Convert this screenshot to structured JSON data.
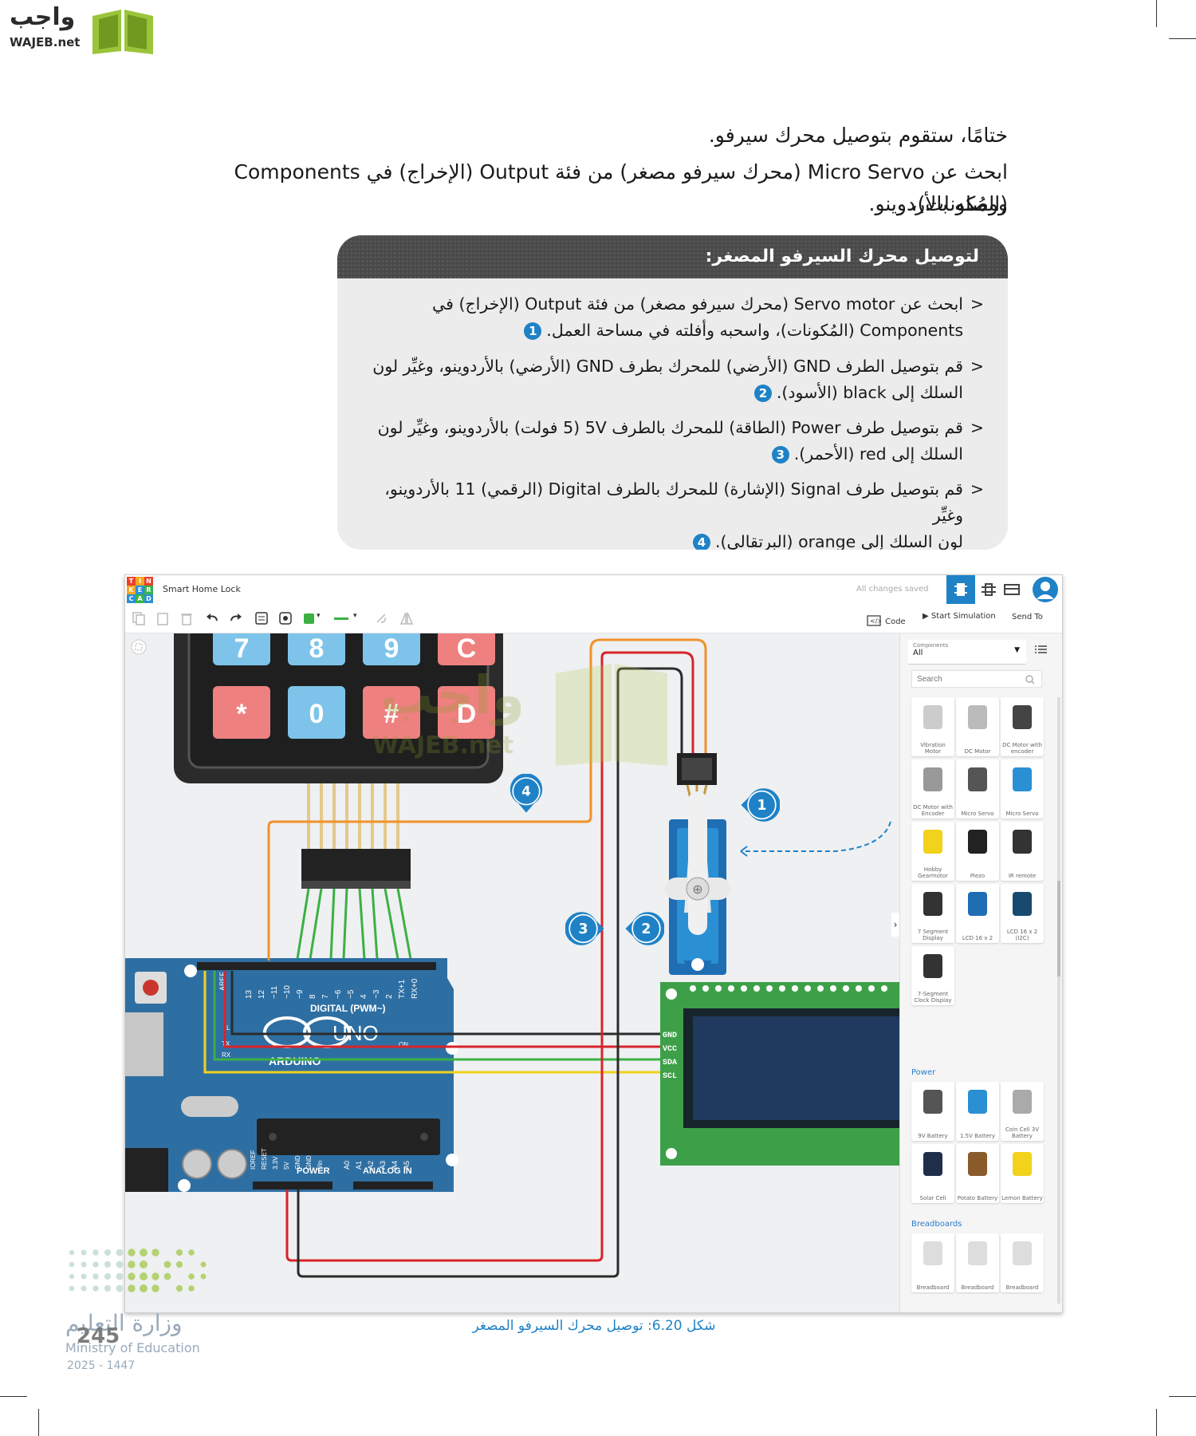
{
  "logo": {
    "arabic": "واجب",
    "latin": "WAJEB.net"
  },
  "intro": {
    "line1": "ختامًا، ستقوم بتوصيل محرك سيرفو.",
    "line2": "ابحث عن Micro Servo (محرك سيرفو مصغر) من فئة Output (الإخراج) في Components (المُكونات)،",
    "line3": "ووصله بالأردوينو."
  },
  "box": {
    "title": "لتوصيل محرك السيرفو المصغر:",
    "steps": [
      {
        "line1": "ابحث عن Servo motor (محرك سيرفو مصغر) من فئة Output (الإخراج) في",
        "line2": "Components (المُكونات)، واسحبه وأفلته في مساحة العمل.",
        "num": "1"
      },
      {
        "line1": "قم بتوصيل الطرف GND (الأرضي) للمحرك بطرف GND (الأرضي) بالأردوينو، وغيِّر لون",
        "line2": "السلك إلى black (الأسود).",
        "num": "2"
      },
      {
        "line1": "قم بتوصيل طرف Power (الطاقة) للمحرك بالطرف 5V (5 فولت) بالأردوينو، وغيِّر لون",
        "line2": "السلك إلى red (الأحمر).",
        "num": "3"
      },
      {
        "line1": "قم بتوصيل طرف Signal (الإشارة) للمحرك بالطرف Digital (الرقمي) 11 بالأردوينو، وغيِّر",
        "line2": "لون السلك إلى orange (البرتقالي).",
        "num": "4"
      }
    ]
  },
  "app": {
    "logo_letters": [
      "T",
      "I",
      "N",
      "K",
      "E",
      "R",
      "C",
      "A",
      "D"
    ],
    "project_name": "Smart Home Lock",
    "save_status": "All changes saved",
    "code_label": "Code",
    "start_sim_label": "Start Simulation",
    "send_to_label": "Send To",
    "components_label": "Components",
    "components_value": "All",
    "search_placeholder": "Search",
    "sections": {
      "power": "Power",
      "breadboards": "Breadboards"
    },
    "output_items": [
      "Vibration Motor",
      "DC Motor",
      "DC Motor with encoder",
      "DC Motor with Encoder",
      "Micro Servo",
      "Micro Servo",
      "Hobby Gearmotor",
      "Piezo",
      "IR remote",
      "7 Segment Display",
      "LCD 16 x 2",
      "LCD 16 x 2 (I2C)",
      "7-Segment Clock Display"
    ],
    "power_items": [
      "9V Battery",
      "1.5V Battery",
      "Coin Cell 3V Battery",
      "Solar Cell",
      "Potato Battery",
      "Lemon Battery"
    ],
    "breadboard_items": [
      "Breadboard",
      "Breadboard",
      "Breadboard"
    ],
    "keypad_keys": [
      "7",
      "8",
      "9",
      "C",
      "*",
      "0",
      "#",
      "D"
    ],
    "arduino": {
      "brand": "ARDUINO",
      "model": "UNO",
      "digital": "DIGITAL (PWM~)",
      "power": "POWER",
      "analog": "ANALOG IN",
      "aref": "AREF",
      "on": "ON",
      "tx": "TX",
      "rx": "RX",
      "l": "L",
      "digital_pins": [
        "13",
        "12",
        "~11",
        "~10",
        "~9",
        "8",
        "7",
        "~6",
        "~5",
        "4",
        "~3",
        "2",
        "TX+1",
        "RX+0"
      ],
      "power_pins": [
        "IOREF",
        "RESET",
        "3.3V",
        "5V",
        "GND",
        "GND",
        "Vin"
      ],
      "analog_pins": [
        "A0",
        "A1",
        "A2",
        "A3",
        "A4",
        "A5"
      ]
    },
    "lcd_pins": [
      "GND",
      "VCC",
      "SDA",
      "SCL"
    ],
    "badges": [
      "1",
      "2",
      "3",
      "4"
    ],
    "wire_colors": {
      "orange": "#f0922b",
      "red": "#d9232a",
      "black": "#2b2b2b",
      "green": "#3cb043",
      "yellow": "#f2d21b",
      "accent": "#1f82c7"
    }
  },
  "caption": "شكل 6.20: توصيل محرك السيرفو المصغر",
  "footer": {
    "ministry_ar": "وزارة التعليم",
    "ministry_en": "Ministry of Education",
    "page": "245",
    "year": "2025 - 1447"
  }
}
